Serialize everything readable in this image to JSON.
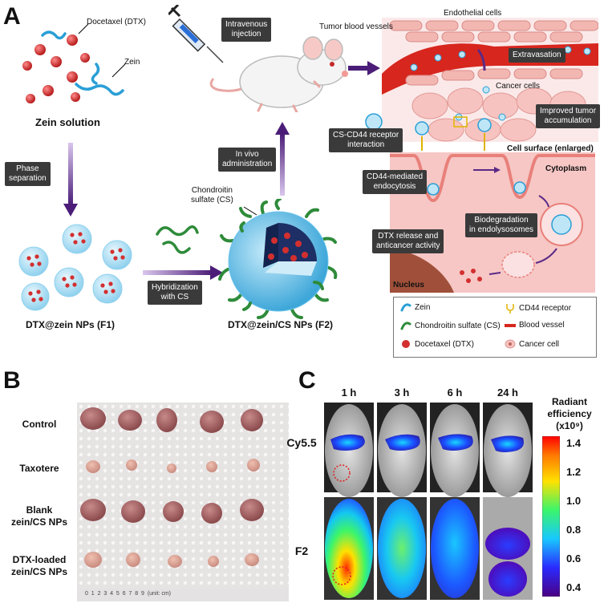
{
  "panel_a": {
    "letter": "A",
    "labels": {
      "docetaxel": "Docetaxel (DTX)",
      "zein": "Zein",
      "zein_solution": "Zein solution",
      "phase_separation": "Phase\nseparation",
      "intravenous_injection": "Intravenous\ninjection",
      "in_vivo": "In vivo\nadministration",
      "chondroitin": "Chondroitin\nsulfate (CS)",
      "hybridization": "Hybridization\nwith CS",
      "f1": "DTX@zein NPs (F1)",
      "f2": "DTX@zein/CS NPs (F2)",
      "tumor_blood_vessels": "Tumor blood vessels",
      "endothelial_cells": "Endothelial cells",
      "extravasation": "Extravasation",
      "cancer_cells": "Cancer cells",
      "improved_tumor": "Improved tumor\naccumulation",
      "cs_cd44": "CS-CD44 receptor\ninteraction",
      "cell_surface": "Cell surface (enlarged)",
      "cd44_endocytosis": "CD44-mediated\nendocytosis",
      "cytoplasm": "Cytoplasm",
      "biodegradation": "Biodegradation\nin endolysosomes",
      "dtx_release": "DTX release and\nanticancer activity",
      "nucleus": "Nucleus"
    },
    "legend": [
      {
        "label": "Zein",
        "icon": "zein-icon"
      },
      {
        "label": "CD44 receptor",
        "icon": "cd44-receptor-icon"
      },
      {
        "label": "Chondroitin sulfate (CS)",
        "icon": "chondroitin-icon"
      },
      {
        "label": "Blood vessel",
        "icon": "blood-vessel-icon"
      },
      {
        "label": "Docetaxel (DTX)",
        "icon": "docetaxel-icon"
      },
      {
        "label": "Cancer cell",
        "icon": "cancer-cell-icon"
      }
    ]
  },
  "panel_b": {
    "letter": "B",
    "rows": [
      "Control",
      "Taxotere",
      "Blank\nzein/CS NPs",
      "DTX-loaded\nzein/CS NPs"
    ],
    "ruler_text": "0  1  2  3  4  5  6  7  8  9  (unit: cm)"
  },
  "panel_c": {
    "letter": "C",
    "times": [
      "1 h",
      "3 h",
      "6 h",
      "24 h"
    ],
    "rows": [
      "Cy5.5",
      "F2"
    ],
    "colorbar": {
      "title": "Radiant\nefficiency\n(x10⁹)",
      "ticks": [
        "1.4",
        "1.2",
        "1.0",
        "0.8",
        "0.6",
        "0.4"
      ]
    }
  },
  "colors": {
    "label_bg": "#3a3a3a",
    "arrow_purple": "#5b2a86",
    "particle_red": "#d32f2f",
    "zein_blue": "#2a9fd6",
    "cs_green": "#2e8b3a",
    "vessel_red": "#d7261e"
  }
}
